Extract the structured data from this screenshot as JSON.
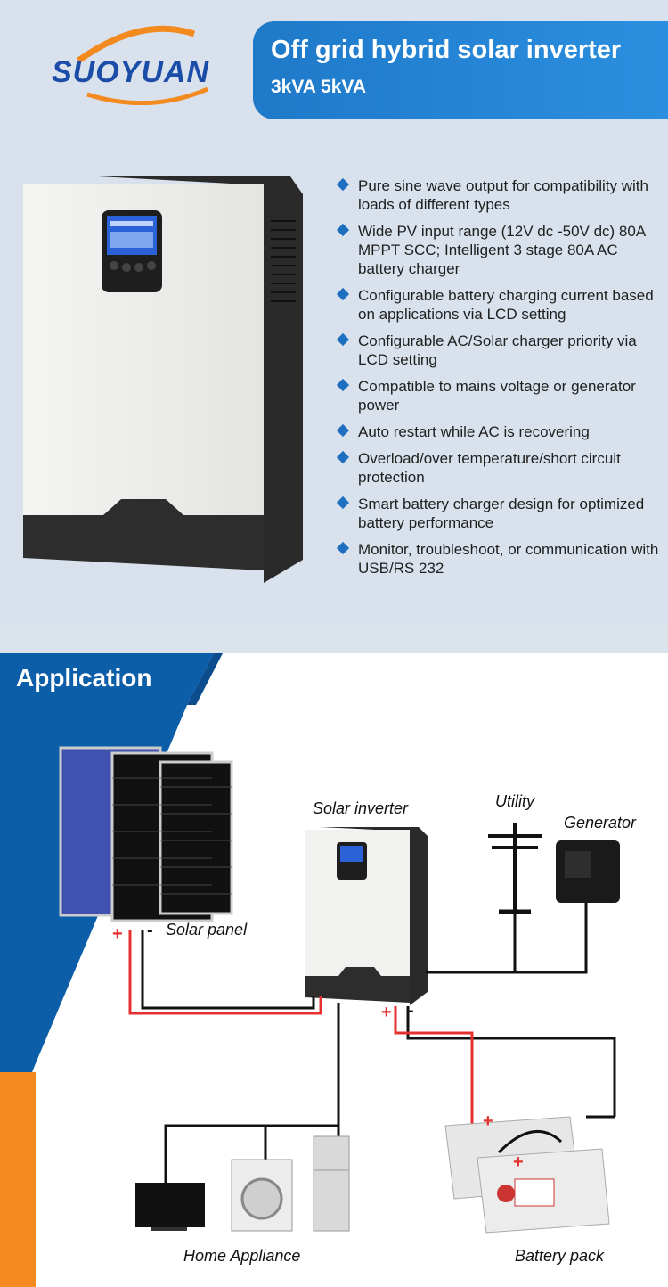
{
  "brand": {
    "logo_text": "SUOYUAN"
  },
  "header": {
    "title": "Off grid hybrid solar inverter",
    "subtitle": "3kVA 5kVA"
  },
  "features": [
    "Pure sine wave output for compatibility with loads of different types",
    "Wide PV input range (12V dc -50V dc) 80A MPPT SCC; Intelligent 3 stage 80A AC battery charger",
    "Configurable battery charging current based on applications via LCD setting",
    "Configurable AC/Solar charger priority via LCD setting",
    "Compatible to mains voltage or generator power",
    "Auto restart while AC is recovering",
    "Overload/over temperature/short circuit protection",
    "Smart battery charger design for optimized battery performance",
    "Monitor, troubleshoot, or communication with USB/RS 232"
  ],
  "application": {
    "heading": "Application",
    "labels": {
      "solar_inverter": "Solar inverter",
      "utility": "Utility",
      "generator": "Generator",
      "solar_panel": "Solar panel",
      "home_appliance": "Home Appliance",
      "battery_pack": "Battery pack"
    },
    "signs": {
      "plus": "+",
      "minus": "-"
    }
  },
  "colors": {
    "accent_blue": "#1f79c9",
    "band_dark_blue": "#0d5ea8",
    "band_orange": "#f28a1f",
    "wire_red": "#e53030",
    "wire_black": "#111111"
  }
}
